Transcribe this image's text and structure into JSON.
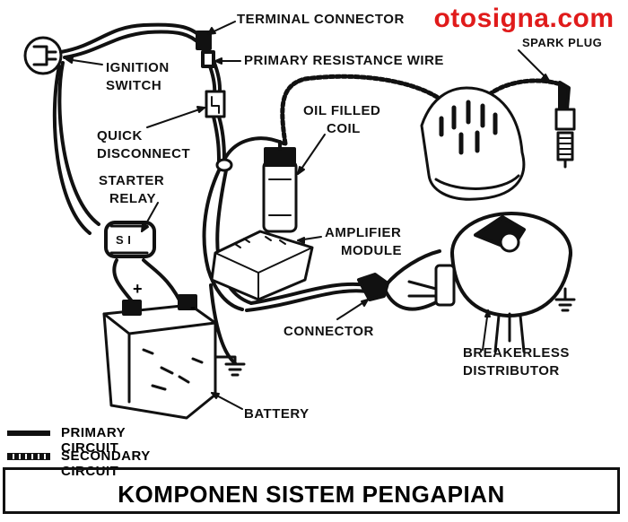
{
  "watermark": "otosigna.com",
  "labels": {
    "terminal_connector": "TERMINAL CONNECTOR",
    "spark_plug": "SPARK PLUG",
    "ignition_switch_1": "IGNITION",
    "ignition_switch_2": "SWITCH",
    "primary_resistance_wire": "PRIMARY RESISTANCE WIRE",
    "oil_filled_coil_1": "OIL FILLED",
    "oil_filled_coil_2": "COIL",
    "quick_disconnect_1": "QUICK",
    "quick_disconnect_2": "DISCONNECT",
    "starter_relay_1": "STARTER",
    "starter_relay_2": "RELAY",
    "amplifier_module_1": "AMPLIFIER",
    "amplifier_module_2": "MODULE",
    "connector": "CONNECTOR",
    "breakerless_distributor_1": "BREAKERLESS",
    "breakerless_distributor_2": "DISTRIBUTOR",
    "battery": "BATTERY",
    "relay_marking": "S I",
    "battery_plus": "+",
    "battery_minus": "-"
  },
  "legend": {
    "primary": "PRIMARY CIRCUIT",
    "secondary": "SECONDARY CIRCUIT"
  },
  "title": "KOMPONEN SISTEM PENGAPIAN"
}
